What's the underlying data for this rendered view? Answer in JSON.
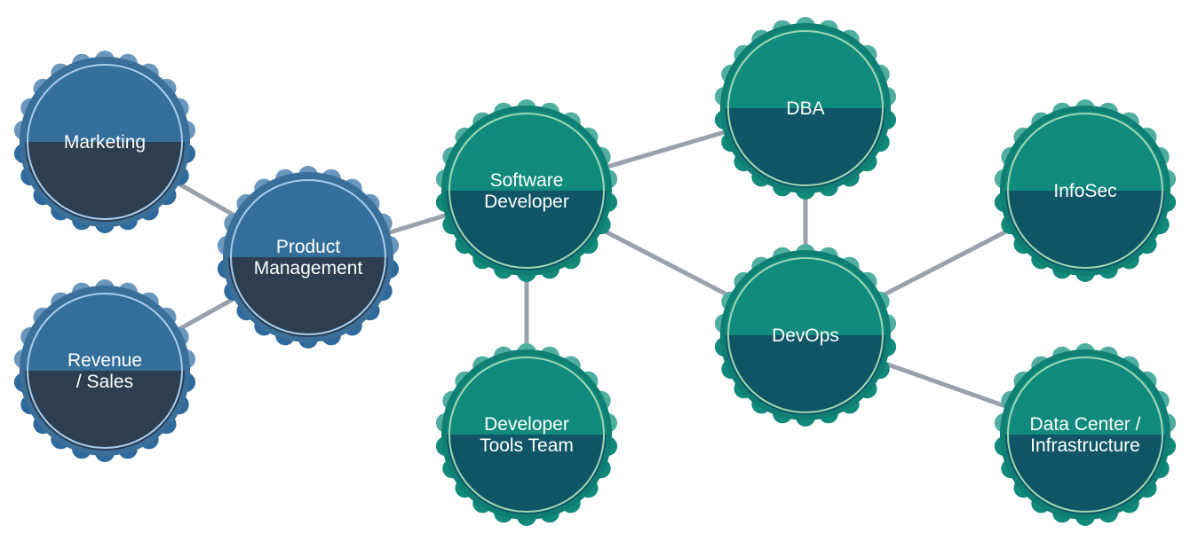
{
  "colors": {
    "connector": "#9aa1ab",
    "blue": {
      "bumps_top": "#6a97bd",
      "bumps_bottom": "#2f6a9c",
      "rim": "#3a6f9a",
      "top": "#346f9c",
      "bottom": "#2c3e50",
      "ring": "#a8ccec"
    },
    "teal": {
      "bumps_top": "#4faea0",
      "bumps_bottom": "#118a7c",
      "rim": "#0f7f74",
      "top": "#108a7c",
      "bottom": "#0f5566",
      "ring": "#9fd6b4"
    }
  },
  "nodes": [
    {
      "id": "marketing",
      "lines": [
        "Marketing"
      ],
      "theme": "blue"
    },
    {
      "id": "revenue-sales",
      "lines": [
        "Revenue",
        "/ Sales"
      ],
      "theme": "blue"
    },
    {
      "id": "product-management",
      "lines": [
        "Product",
        "Management"
      ],
      "theme": "blue"
    },
    {
      "id": "software-developer",
      "lines": [
        "Software",
        "Developer"
      ],
      "theme": "teal"
    },
    {
      "id": "developer-tools-team",
      "lines": [
        "Developer",
        "Tools Team"
      ],
      "theme": "teal"
    },
    {
      "id": "dba",
      "lines": [
        "DBA"
      ],
      "theme": "teal"
    },
    {
      "id": "devops",
      "lines": [
        "DevOps"
      ],
      "theme": "teal"
    },
    {
      "id": "infosec",
      "lines": [
        "InfoSec"
      ],
      "theme": "teal"
    },
    {
      "id": "data-center-infrastructure",
      "lines": [
        "Data Center /",
        "Infrastructure"
      ],
      "theme": "teal"
    }
  ],
  "edges": [
    [
      "marketing",
      "product-management"
    ],
    [
      "revenue-sales",
      "product-management"
    ],
    [
      "product-management",
      "software-developer"
    ],
    [
      "software-developer",
      "developer-tools-team"
    ],
    [
      "software-developer",
      "dba"
    ],
    [
      "software-developer",
      "devops"
    ],
    [
      "dba",
      "devops"
    ],
    [
      "devops",
      "infosec"
    ],
    [
      "devops",
      "data-center-infrastructure"
    ]
  ]
}
